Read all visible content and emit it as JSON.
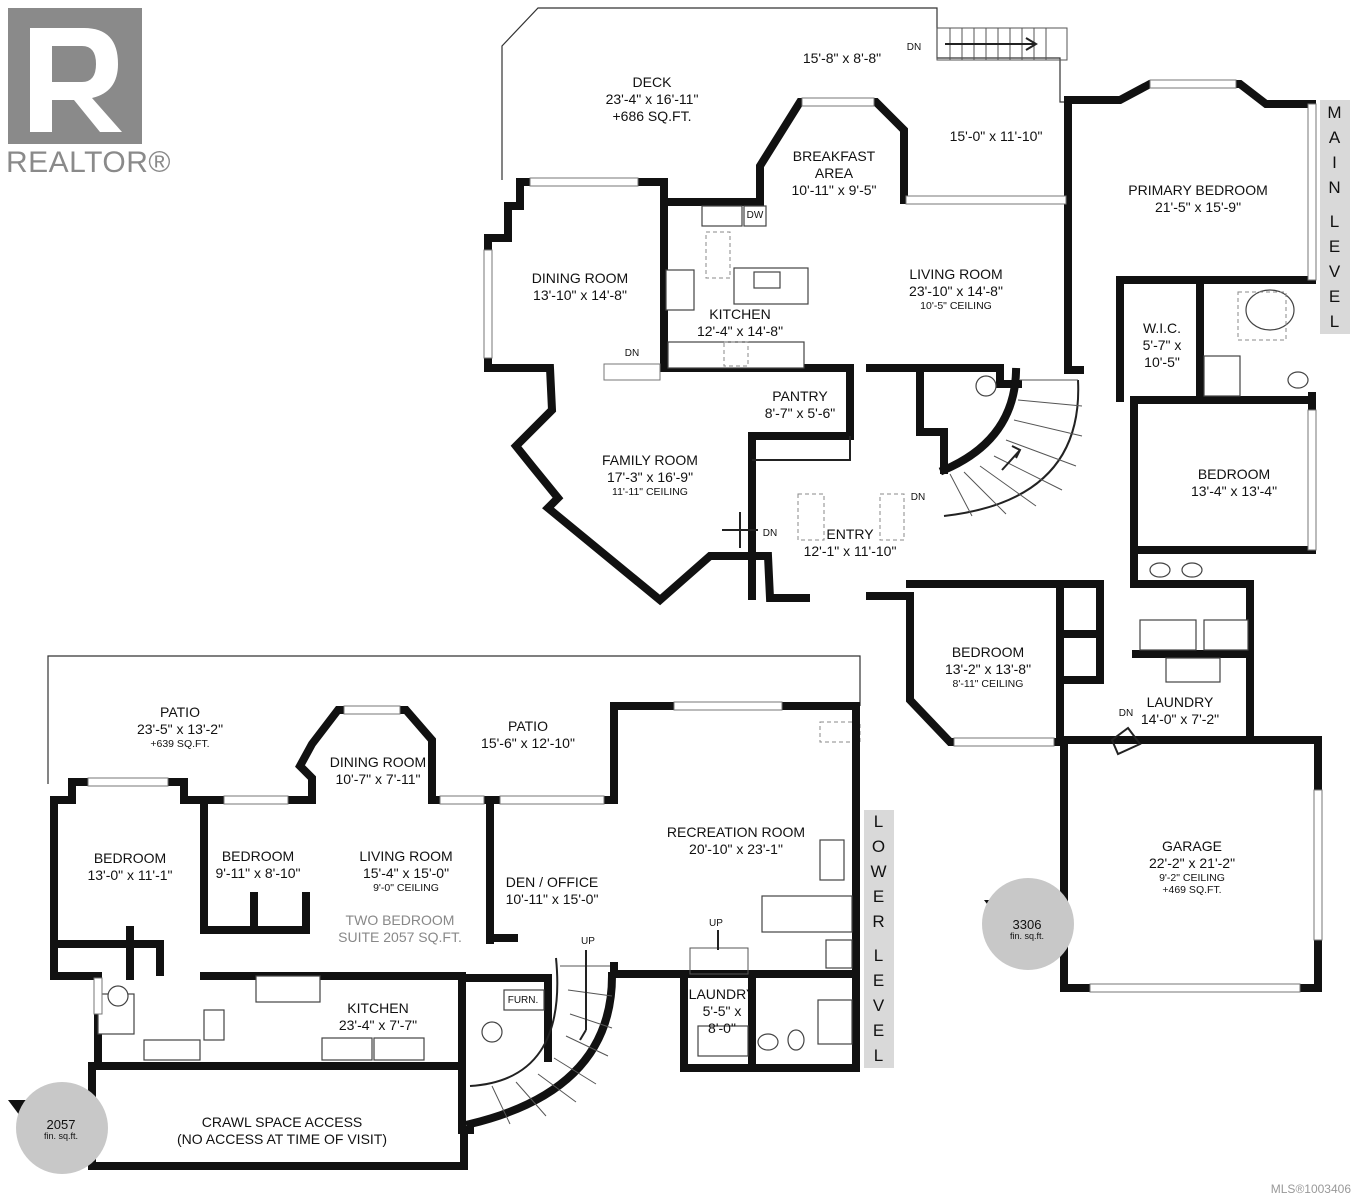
{
  "branding": {
    "logo_text": "REALTOR®",
    "mls": "MLS®1003406"
  },
  "levels": {
    "main": {
      "tag": [
        "M",
        "A",
        "I",
        "N",
        "L",
        "E",
        "V",
        "E",
        "L"
      ],
      "sqft": "3306",
      "sqft_unit": "fin. sq.ft."
    },
    "lower": {
      "tag": [
        "L",
        "O",
        "W",
        "E",
        "R",
        "L",
        "E",
        "V",
        "E",
        "L"
      ],
      "sqft": "2057",
      "sqft_unit": "fin. sq.ft."
    }
  },
  "main_rooms": {
    "deck": {
      "name": "DECK",
      "dim": "23'-4\" x 16'-11\"",
      "extra": "+686 SQ.FT."
    },
    "deck_small": {
      "dim": "15'-8\" x 8'-8\""
    },
    "dn_top": "DN",
    "sunroom": {
      "dim": "15'-0\" x 11'-10\""
    },
    "breakfast": {
      "name1": "BREAKFAST",
      "name2": "AREA",
      "dim": "10'-11\" x 9'-5\""
    },
    "primary": {
      "name": "PRIMARY BEDROOM",
      "dim": "21'-5\" x 15'-9\""
    },
    "dining": {
      "name": "DINING ROOM",
      "dim": "13'-10\" x 14'-8\""
    },
    "dw": "DW",
    "kitchen": {
      "name": "KITCHEN",
      "dim": "12'-4\" x 14'-8\""
    },
    "living": {
      "name": "LIVING ROOM",
      "dim": "23'-10\" x 14'-8\"",
      "ceiling": "10'-5\" CEILING"
    },
    "wic": {
      "name": "W.I.C.",
      "dim1": "5'-7\" x",
      "dim2": "10'-5\""
    },
    "dn_kitchen": "DN",
    "pantry": {
      "name": "PANTRY",
      "dim": "8'-7\" x 5'-6\""
    },
    "family": {
      "name": "FAMILY ROOM",
      "dim": "17'-3\" x 16'-9\"",
      "ceiling": "11'-11\" CEILING"
    },
    "bedroom_e": {
      "name": "BEDROOM",
      "dim": "13'-4\" x 13'-4\""
    },
    "dn_stairs": "DN",
    "dn_entry": "DN",
    "entry": {
      "name": "ENTRY",
      "dim": "12'-1\" x 11'-10\""
    },
    "bedroom_s": {
      "name": "BEDROOM",
      "dim": "13'-2\" x 13'-8\"",
      "ceiling": "8'-11\" CEILING"
    },
    "laundry": {
      "name": "LAUNDRY",
      "dim": "14'-0\" x 7'-2\""
    },
    "dn_laundry": "DN",
    "garage": {
      "name": "GARAGE",
      "dim": "22'-2\" x 21'-2\"",
      "ceiling": "9'-2\" CEILING",
      "extra": "+469 SQ.FT."
    }
  },
  "lower_rooms": {
    "patio_w": {
      "name": "PATIO",
      "dim": "23'-5\" x 13'-2\"",
      "extra": "+639 SQ.FT."
    },
    "dining": {
      "name": "DINING ROOM",
      "dim": "10'-7\" x 7'-11\""
    },
    "patio_e": {
      "name": "PATIO",
      "dim": "15'-6\" x 12'-10\""
    },
    "recreation": {
      "name": "RECREATION ROOM",
      "dim": "20'-10\" x 23'-1\""
    },
    "bedroom1": {
      "name": "BEDROOM",
      "dim": "13'-0\" x 11'-1\""
    },
    "bedroom2": {
      "name": "BEDROOM",
      "dim": "9'-11\" x 8'-10\""
    },
    "living": {
      "name": "LIVING ROOM",
      "dim": "15'-4\" x 15'-0\"",
      "ceiling": "9'-0\" CEILING"
    },
    "den": {
      "name": "DEN / OFFICE",
      "dim": "10'-11\" x 15'-0\""
    },
    "suite": {
      "line1": "TWO BEDROOM",
      "line2": "SUITE 2057 SQ.FT."
    },
    "up_rec": "UP",
    "up_stairs": "UP",
    "kitchen": {
      "name": "KITCHEN",
      "dim": "23'-4\" x 7'-7\""
    },
    "furn": "FURN.",
    "laundry": {
      "name": "LAUNDRY",
      "dim1": "5'-5\" x",
      "dim2": "8'-0\""
    },
    "crawl": {
      "line1": "CRAWL SPACE ACCESS",
      "line2": "(NO ACCESS AT TIME OF VISIT)"
    }
  }
}
